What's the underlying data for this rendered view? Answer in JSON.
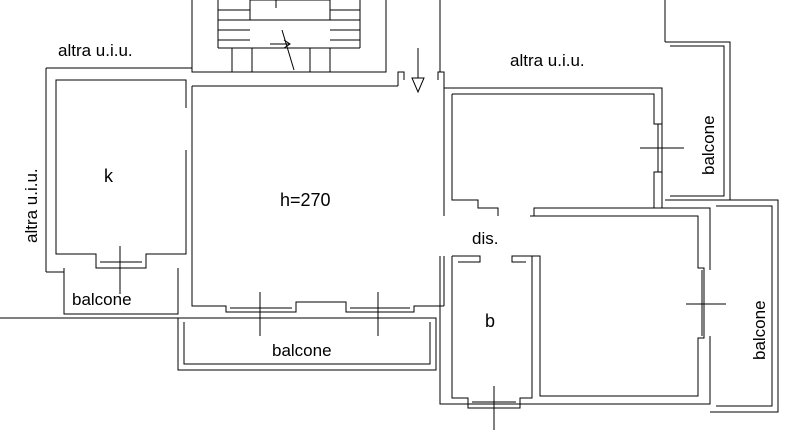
{
  "labels": {
    "altra_uiu_top_left": "altra u.i.u.",
    "altra_uiu_top_right": "altra u.i.u.",
    "altra_uiu_left": "altra u.i.u.",
    "kitchen": "k",
    "living_height": "h=270",
    "disimpegno": "dis.",
    "bathroom": "b",
    "balcone_right_top": "balcone",
    "balcone_right_bottom": "balcone",
    "balcone_left": "balcone",
    "balcone_bottom": "balcone"
  },
  "colors": {
    "line": "#000000",
    "background": "#ffffff"
  }
}
